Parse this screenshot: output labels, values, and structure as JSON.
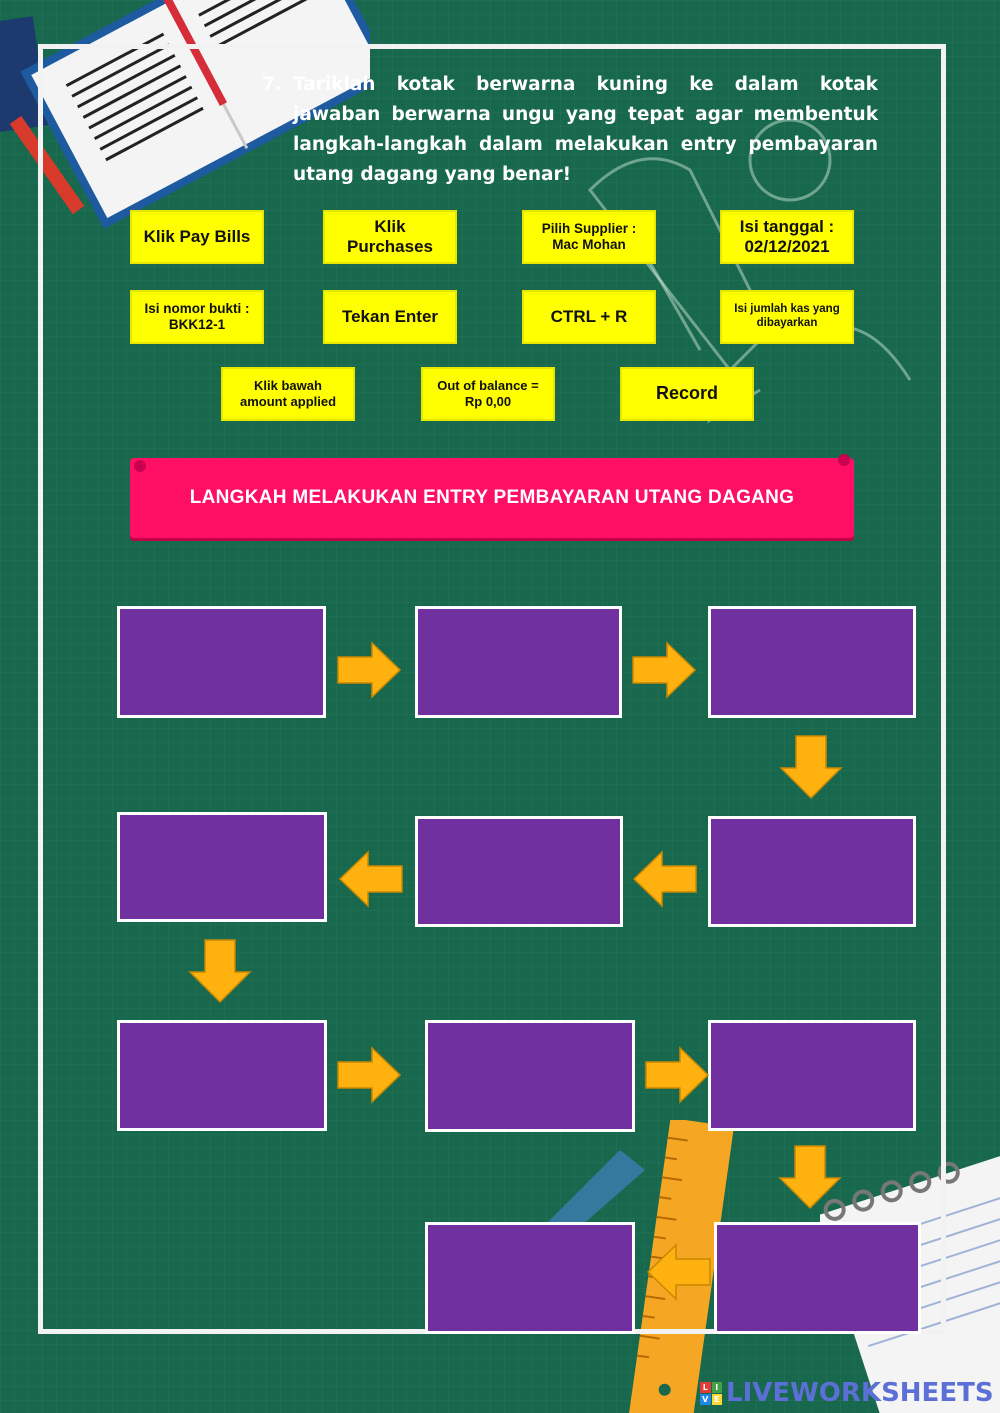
{
  "question": {
    "number": "7.",
    "text": "Tariklah kotak berwarna kuning ke dalam kotak jawaban berwarna ungu yang tepat agar membentuk langkah-langkah dalam melakukan entry pembayaran utang dagang yang benar!"
  },
  "options": [
    {
      "label": "Klik Pay Bills"
    },
    {
      "label": "Klik Purchases"
    },
    {
      "label": "Pilih Supplier : Mac Mohan"
    },
    {
      "label": "Isi tanggal : 02/12/2021"
    },
    {
      "label": "Isi nomor bukti : BKK12-1"
    },
    {
      "label": "Tekan Enter"
    },
    {
      "label": "CTRL + R"
    },
    {
      "label": "Isi jumlah kas yang dibayarkan"
    },
    {
      "label": "Klik bawah amount applied"
    },
    {
      "label": "Out of balance = Rp 0,00"
    },
    {
      "label": "Record"
    }
  ],
  "banner": {
    "title": "LANGKAH MELAKUKAN ENTRY PEMBAYARAN UTANG DAGANG"
  },
  "answer_slot_count": 11,
  "colors": {
    "background": "#17684c",
    "option_box": "#ffff00",
    "answer_box": "#7030a0",
    "banner": "#ff0f63",
    "arrow": "#ffb20f"
  },
  "branding": {
    "text": "LIVEWORKSHEETS"
  }
}
